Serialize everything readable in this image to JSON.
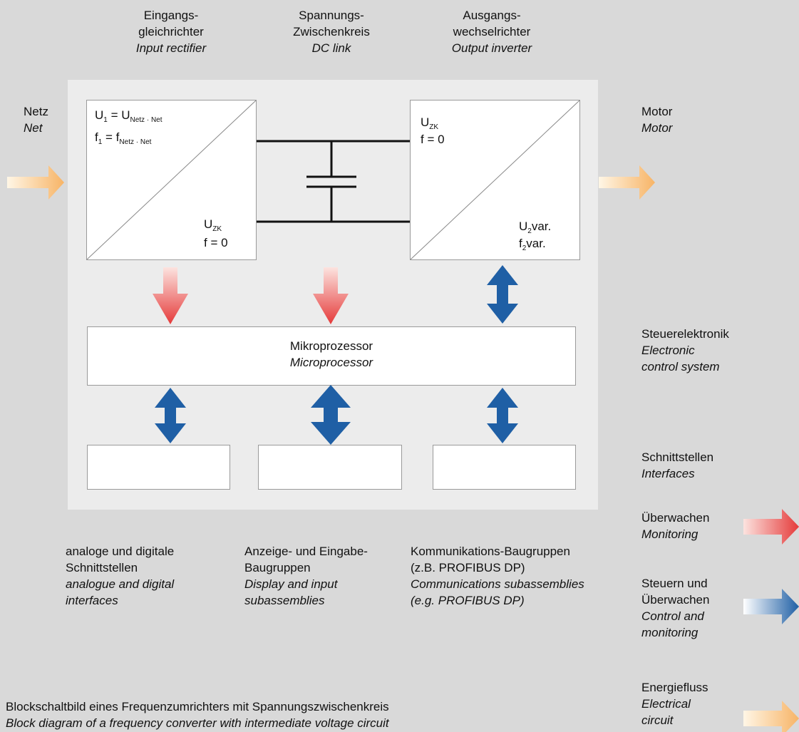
{
  "stages": [
    {
      "de1": "Eingangs-",
      "de2": "gleichrichter",
      "en": "Input rectifier"
    },
    {
      "de1": "Spannungs-",
      "de2": "Zwischenkreis",
      "en": "DC link"
    },
    {
      "de1": "Ausgangs-",
      "de2": "wechselrichter",
      "en": "Output inverter"
    }
  ],
  "net": {
    "de": "Netz",
    "en": "Net"
  },
  "motor": {
    "de": "Motor",
    "en": "Motor"
  },
  "rectifier": {
    "u1": "U",
    "u1_sub": "1",
    "eq": " = U",
    "u_net_sub": "Netz · Net",
    "f1": "f",
    "f1_sub": "1",
    "feq": " = f",
    "f_net_sub": "Netz · Net",
    "uzk": "U",
    "uzk_sub": "ZK",
    "f0": "f = 0"
  },
  "inverter": {
    "uzk": "U",
    "uzk_sub": "ZK",
    "f0": "f = 0",
    "u2": "U",
    "u2_sub": "2",
    "u2_suffix": "var.",
    "f2": "f",
    "f2_sub": "2",
    "f2_suffix": "var."
  },
  "microprocessor": {
    "de": "Mikroprozessor",
    "en": "Microprocessor"
  },
  "control": {
    "de": "Steuerelektronik",
    "en1": "Electronic",
    "en2": "control system"
  },
  "interfaces_label": {
    "de": "Schnittstellen",
    "en": "Interfaces"
  },
  "interface_descriptions": [
    {
      "de1": "analoge und digitale",
      "de2": "Schnittstellen",
      "en1": "analogue and digital",
      "en2": "interfaces"
    },
    {
      "de1": "Anzeige- und Eingabe-",
      "de2": "Baugruppen",
      "en1": "Display and input",
      "en2": "subassemblies"
    },
    {
      "de1": "Kommunikations-Baugruppen",
      "de2": "(z.B. PROFIBUS DP)",
      "en1": "Communications subassemblies",
      "en2": "(e.g. PROFIBUS DP)"
    }
  ],
  "legend": {
    "monitoring": {
      "de": "Überwachen",
      "en": "Monitoring",
      "color": "#e53a3a"
    },
    "control": {
      "de1": "Steuern und",
      "de2": "Überwachen",
      "en1": "Control and",
      "en2": "monitoring",
      "color": "#1f5fa5"
    },
    "energy": {
      "de": "Energiefluss",
      "en1": "Electrical",
      "en2": "circuit",
      "color": "#f7b466"
    }
  },
  "caption": {
    "de": "Blockschaltbild eines Frequenzumrichters mit Spannungszwischenkreis",
    "en": "Block diagram of a frequency converter with intermediate voltage circuit"
  }
}
